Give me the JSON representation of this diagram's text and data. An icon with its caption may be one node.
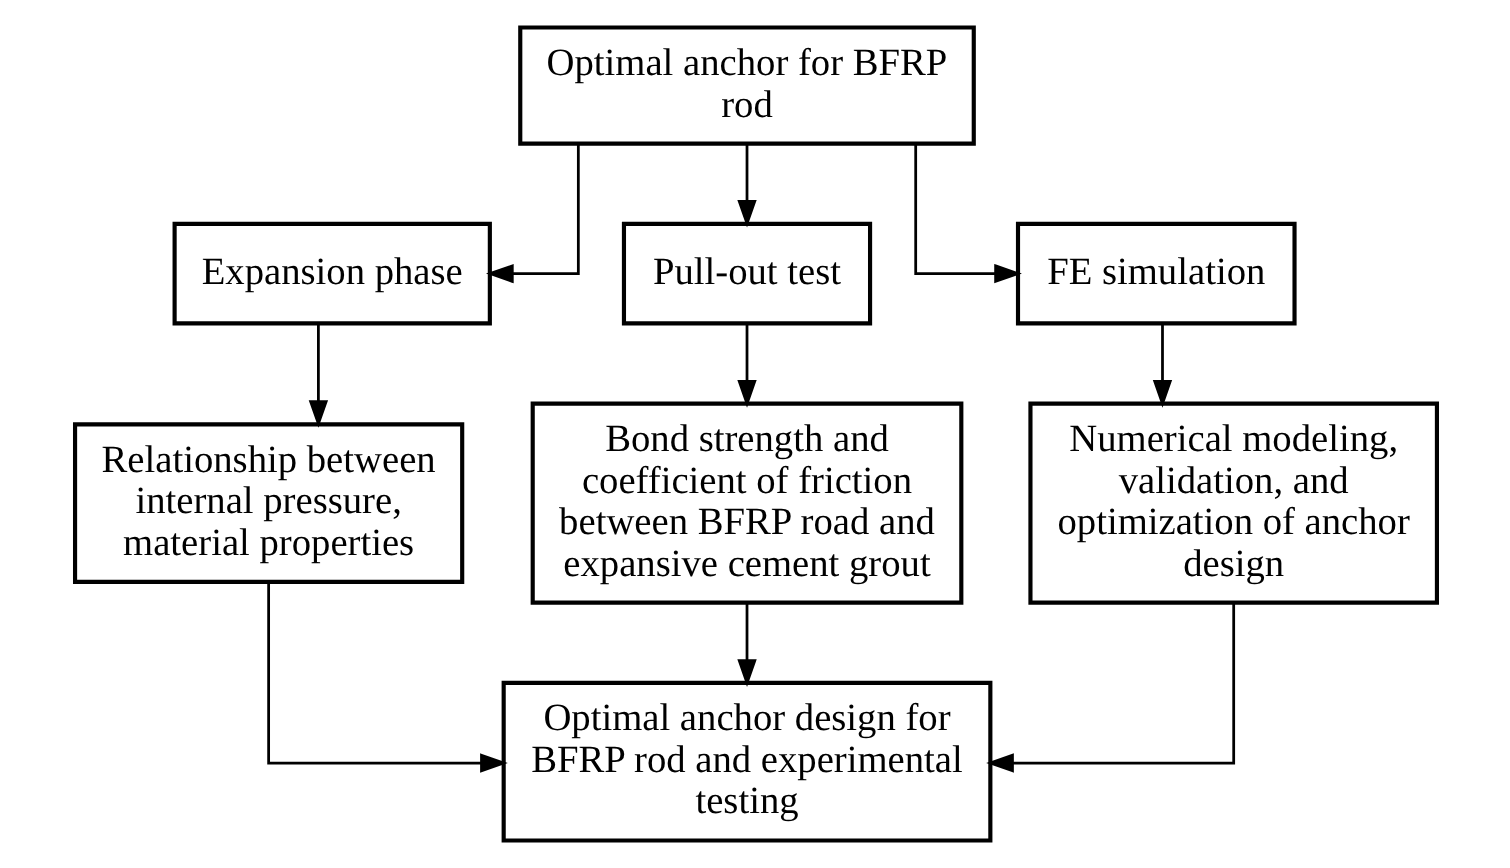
{
  "diagram": {
    "nodes": [
      {
        "text": [
          "Optimal anchor for BFRP rod"
        ]
      },
      {
        "text": [
          "Expansion phase"
        ]
      },
      {
        "text": [
          "Pull-out test"
        ]
      },
      {
        "text": [
          "FE simulation"
        ]
      },
      {
        "text": [
          "Relationship between internal pressure, material properties"
        ]
      },
      {
        "text": [
          "Bond strength and coefficient of friction between BFRP road and expansive cement grout"
        ]
      },
      {
        "text": [
          "Numerical modeling, validation, and optimization of anchor design"
        ]
      },
      {
        "text": [
          "Optimal anchor design for BFRP rod and experimental testing"
        ]
      }
    ],
    "edges": [
      {
        "from": 0,
        "to": 1,
        "arrow": "to"
      },
      {
        "from": 0,
        "to": 2,
        "arrow": "to"
      },
      {
        "from": 0,
        "to": 3,
        "arrow": "to"
      },
      {
        "from": 1,
        "to": 4,
        "arrow": "to"
      },
      {
        "from": 2,
        "to": 5,
        "arrow": "to"
      },
      {
        "from": 3,
        "to": 6,
        "arrow": "to"
      },
      {
        "from": 4,
        "to": 7,
        "arrow": "to"
      },
      {
        "from": 5,
        "to": 7,
        "arrow": "to"
      },
      {
        "from": 6,
        "to": 7,
        "arrow": "to"
      }
    ]
  }
}
